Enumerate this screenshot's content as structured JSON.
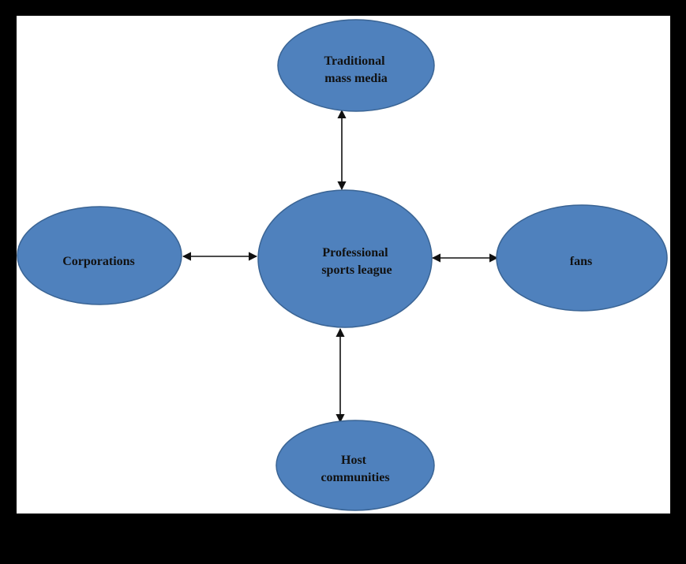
{
  "diagram": {
    "nodes": {
      "center": {
        "lines": [
          "Professional",
          "sports league"
        ]
      },
      "top": {
        "lines": [
          "Traditional",
          "mass media"
        ]
      },
      "left": {
        "lines": [
          "Corporations"
        ]
      },
      "right": {
        "lines": [
          "fans"
        ]
      },
      "bottom": {
        "lines": [
          "Host",
          "communities"
        ]
      }
    },
    "edges": [
      {
        "from": "center",
        "to": "top",
        "bidirectional": true
      },
      {
        "from": "center",
        "to": "left",
        "bidirectional": true
      },
      {
        "from": "center",
        "to": "right",
        "bidirectional": true
      },
      {
        "from": "center",
        "to": "bottom",
        "bidirectional": true
      }
    ],
    "colors": {
      "node_fill": "#4f81bd",
      "node_stroke": "#3a6494",
      "edge": "#111111"
    }
  }
}
